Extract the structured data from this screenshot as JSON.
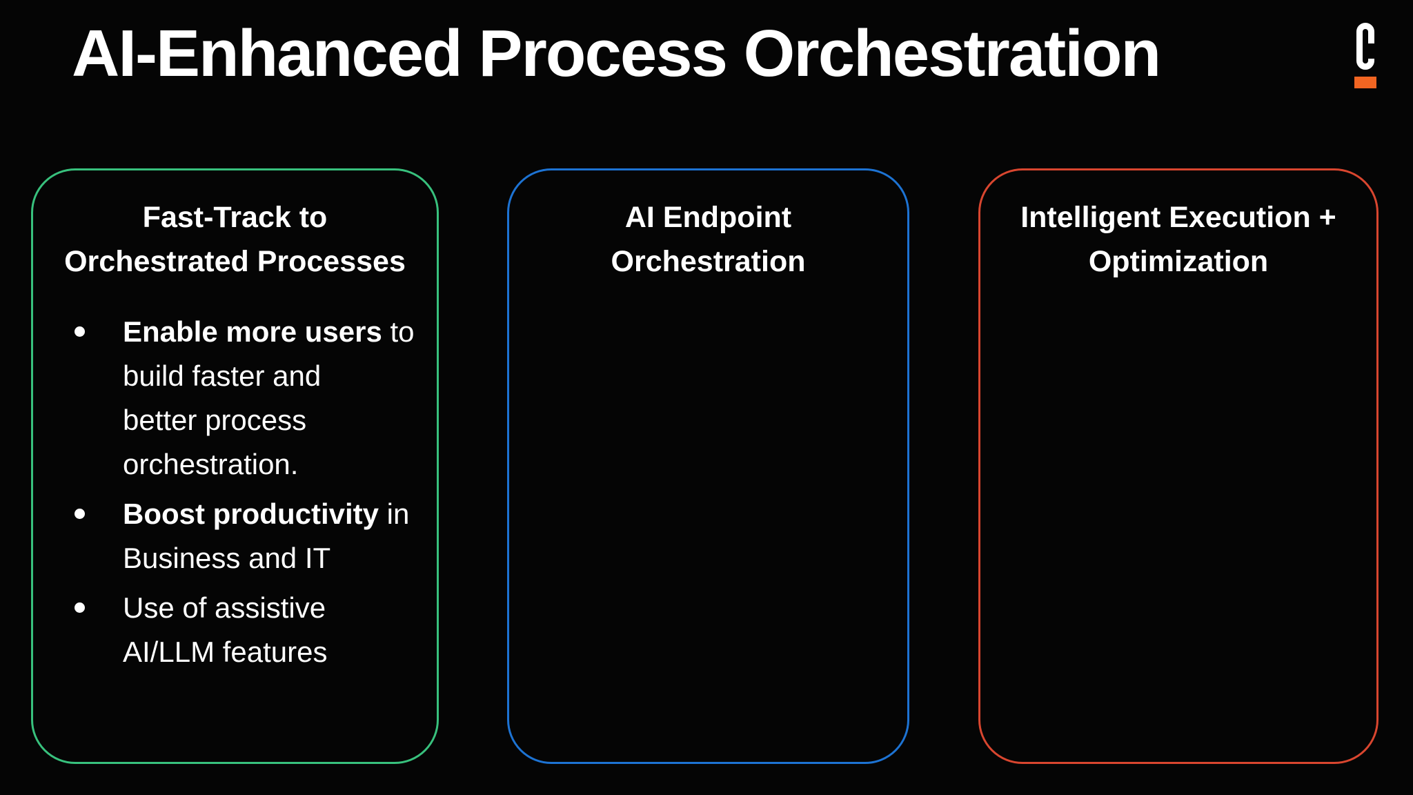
{
  "page": {
    "title": "AI-Enhanced Process Orchestration",
    "background_color": "#050505",
    "text_color": "#ffffff"
  },
  "logo": {
    "letter": "C",
    "letter_color": "#ffffff",
    "underline_color": "#f26522"
  },
  "cards": [
    {
      "title_lines": [
        "Fast-Track to",
        "Orchestrated Processes"
      ],
      "border_color": "#38c17d",
      "bullets": [
        {
          "lines": [
            [
              "Enable more users",
              " to"
            ],
            [
              "",
              "build faster and"
            ],
            [
              "",
              "better process"
            ],
            [
              "",
              "orchestration."
            ]
          ]
        },
        {
          "lines": [
            [
              "Boost productivity",
              " in"
            ],
            [
              "",
              "Business and IT"
            ]
          ]
        },
        {
          "lines": [
            [
              "",
              "Use of assistive"
            ],
            [
              "",
              "AI/LLM features"
            ]
          ]
        }
      ]
    },
    {
      "title_lines": [
        "AI Endpoint",
        "Orchestration"
      ],
      "border_color": "#1d73d3",
      "bullets": []
    },
    {
      "title_lines": [
        "Intelligent Execution +",
        "Optimization"
      ],
      "border_color": "#d9462f",
      "bullets": []
    }
  ]
}
